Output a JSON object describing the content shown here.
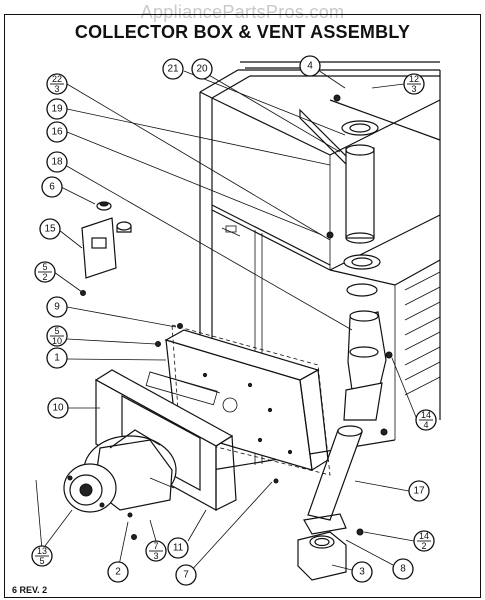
{
  "watermark": "AppliancePartsPros.com",
  "title": "COLLECTOR BOX & VENT ASSEMBLY",
  "footer": "6 REV. 2",
  "callouts": [
    {
      "id": "c-22-3",
      "top": "22",
      "bottom": "3"
    },
    {
      "id": "c-21",
      "label": "21"
    },
    {
      "id": "c-20",
      "label": "20"
    },
    {
      "id": "c-4",
      "label": "4"
    },
    {
      "id": "c-12-3",
      "top": "12",
      "bottom": "3"
    },
    {
      "id": "c-19",
      "label": "19"
    },
    {
      "id": "c-16",
      "label": "16"
    },
    {
      "id": "c-18",
      "label": "18"
    },
    {
      "id": "c-6",
      "label": "6"
    },
    {
      "id": "c-15",
      "label": "15"
    },
    {
      "id": "c-5-2",
      "top": "5",
      "bottom": "2"
    },
    {
      "id": "c-9",
      "label": "9"
    },
    {
      "id": "c-5-10",
      "top": "5",
      "bottom": "10"
    },
    {
      "id": "c-1",
      "label": "1"
    },
    {
      "id": "c-10",
      "label": "10"
    },
    {
      "id": "c-14-4",
      "top": "14",
      "bottom": "4"
    },
    {
      "id": "c-17",
      "label": "17"
    },
    {
      "id": "c-14-2",
      "top": "14",
      "bottom": "2"
    },
    {
      "id": "c-8",
      "label": "8"
    },
    {
      "id": "c-3",
      "label": "3"
    },
    {
      "id": "c-13-5",
      "top": "13",
      "bottom": "5"
    },
    {
      "id": "c-2",
      "label": "2"
    },
    {
      "id": "c-7-3",
      "top": "7",
      "bottom": "3"
    },
    {
      "id": "c-11",
      "label": "11"
    },
    {
      "id": "c-7",
      "label": "7"
    }
  ]
}
